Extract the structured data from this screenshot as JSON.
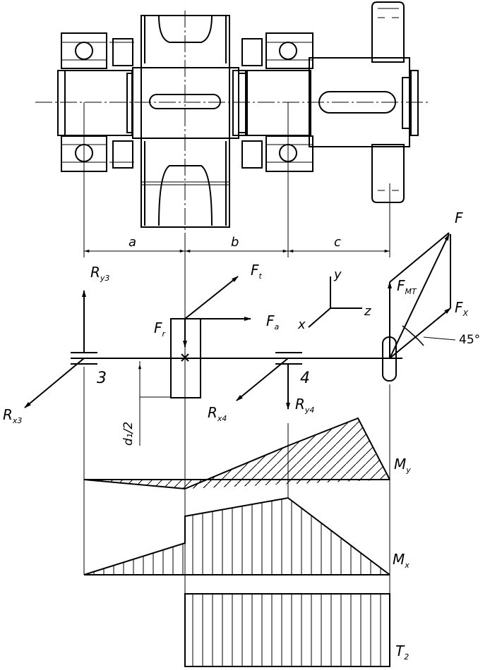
{
  "labels": {
    "dim_a": "a",
    "dim_b": "b",
    "dim_c": "c",
    "R": "R",
    "F": "F",
    "sub_y3": "y3",
    "sub_x3": "x3",
    "sub_x4": "x4",
    "sub_y4": "y4",
    "sub_t": "t",
    "sub_r": "r",
    "sub_a": "a",
    "sub_MT": "МТ",
    "sub_X": "X",
    "bearing_3": "3",
    "bearing_4": "4",
    "axis_x": "x",
    "axis_y": "y",
    "axis_z": "z",
    "angle": "45°",
    "d_half": "d₁/2",
    "M": "M",
    "sub_My": "y",
    "sub_Mx": "x",
    "T": "T",
    "sub_T": "2"
  },
  "colors": {
    "line": "#000000",
    "background": "#ffffff"
  }
}
